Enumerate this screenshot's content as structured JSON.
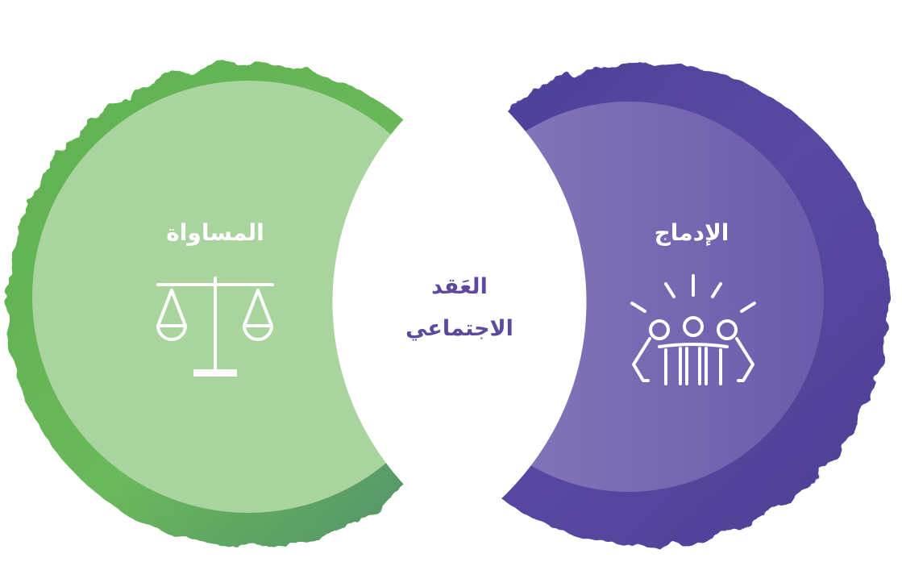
{
  "diagram": {
    "left_circle": {
      "label": "المساواة",
      "icon": "scales-icon",
      "color_outer": "#6cb55a",
      "color_inner": "#a8d39c"
    },
    "right_circle": {
      "label": "الإدماج",
      "icon": "people-together-icon",
      "color_outer": "#5a47a0",
      "color_inner": "#8575b8"
    },
    "intersection": {
      "line1": "العَقد",
      "line2": "الاجتماعي",
      "text_color": "#5e4a9c",
      "fill_color": "#ffffff"
    }
  }
}
